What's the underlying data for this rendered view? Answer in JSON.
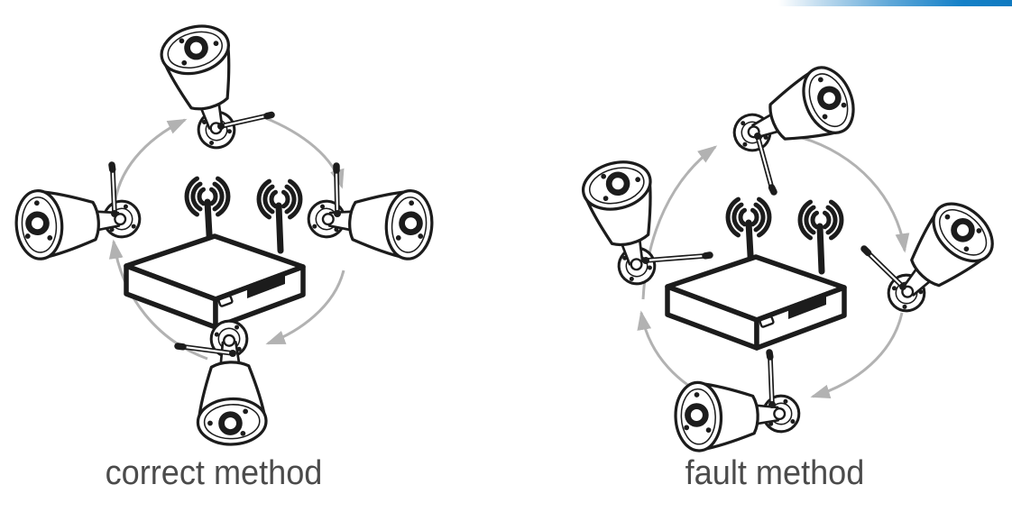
{
  "figures": [
    {
      "caption": "correct method"
    },
    {
      "caption": "fault method"
    }
  ],
  "icons": {
    "wifi_signal": "wifi-signal-icon",
    "rotation_arrow": "rotation-arrow",
    "camera": "wireless-bullet-camera",
    "recorder": "nvr-box"
  },
  "theme": {
    "ink": "#1c1c1c",
    "arrow-gray": "#b2b2b2",
    "caption-gray": "#4b4b4b",
    "accent-blue": "#1581c8",
    "background": "#ffffff"
  }
}
